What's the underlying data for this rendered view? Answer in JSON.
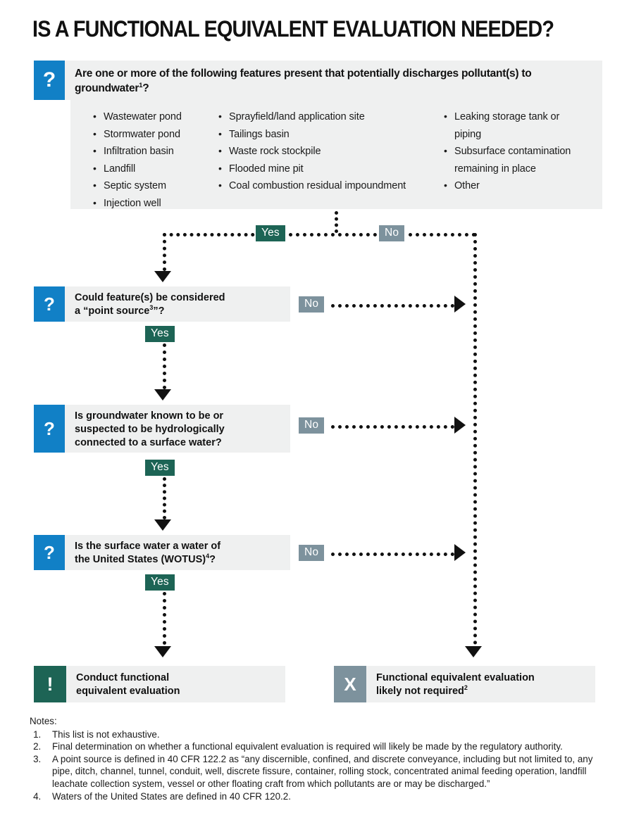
{
  "title": "IS A FUNCTIONAL EQUIVALENT EVALUATION NEEDED?",
  "colors": {
    "question_icon": "#1180c6",
    "yes_badge": "#1d6455",
    "no_badge": "#7d929d",
    "panel_background": "#eff0f0",
    "connector": "#111111"
  },
  "q1": {
    "icon": "question-mark",
    "text_line1": "Are one or more of the following features present that potentially discharges",
    "text_line2": "pollutant(s) to groundwater",
    "footnote": "1",
    "text_end": "?"
  },
  "features": {
    "column1": [
      "Wastewater pond",
      "Stormwater pond",
      "Infiltration basin",
      "Landfill",
      "Septic system",
      "Injection well"
    ],
    "column2": [
      "Sprayfield/land application site",
      "Tailings basin",
      "Waste rock stockpile",
      "Flooded mine pit",
      "Coal combustion residual impoundment"
    ],
    "column3": [
      "Leaking storage tank or piping",
      "Subsurface contamination remaining in place",
      "Other"
    ]
  },
  "q2": {
    "icon": "question-mark",
    "text_line1": "Could feature(s) be considered",
    "text_line2": "a “point source",
    "footnote": "3",
    "text_end": "”?"
  },
  "q3": {
    "icon": "question-mark",
    "text_line1": "Is groundwater known to be or",
    "text_line2": "suspected to be hydrologically",
    "text_line3": "connected to a surface water?"
  },
  "q4": {
    "icon": "question-mark",
    "text_line1": "Is the surface water a water of",
    "text_line2": "the United States (WOTUS)",
    "footnote": "4",
    "text_end": "?"
  },
  "badges": {
    "yes": "Yes",
    "no": "No"
  },
  "outcome_left": {
    "icon": "exclamation-mark",
    "icon_glyph": "!",
    "text_line1": "Conduct functional",
    "text_line2": "equivalent evaluation"
  },
  "outcome_right": {
    "icon": "x-mark",
    "icon_glyph": "X",
    "text_line1": "Functional equivalent evaluation",
    "text_line2": "likely not required",
    "footnote": "2"
  },
  "notes": {
    "label": "Notes:",
    "items": [
      "This list is not exhaustive.",
      "Final determination on whether a functional equivalent evaluation is required will likely be made by the regulatory authority.",
      "A point source is defined in 40 CFR 122.2 as “any discernible, confined, and discrete conveyance, including but not limited to, any pipe, ditch, channel, tunnel, conduit, well, discrete fissure, container, rolling stock, concentrated animal feeding operation, landfill leachate collection system, vessel or other floating craft from which pollutants are or may be discharged.”",
      "Waters of the United States are defined in 40 CFR 120.2."
    ]
  }
}
